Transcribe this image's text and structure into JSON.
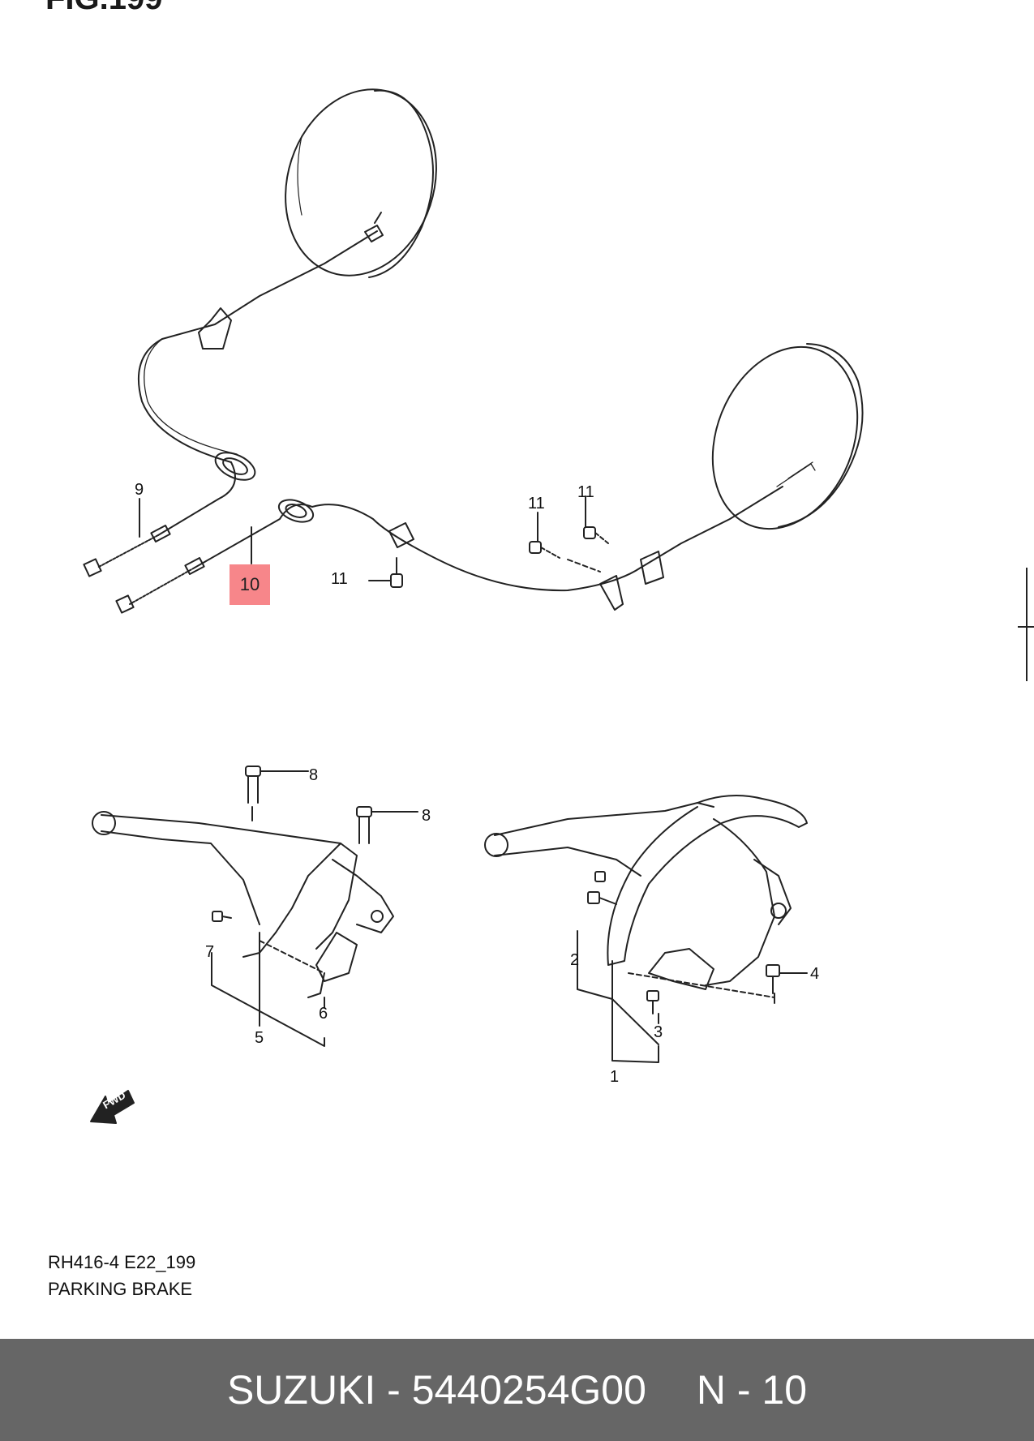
{
  "figure_title": "FIG.199",
  "callouts": {
    "c1": "1",
    "c2": "2",
    "c3": "3",
    "c4": "4",
    "c5": "5",
    "c6": "6",
    "c7": "7",
    "c8a": "8",
    "c8b": "8",
    "c9": "9",
    "c10": "10",
    "c11a": "11",
    "c11b": "11",
    "c11c": "11"
  },
  "fwd_label": "FWD",
  "caption": {
    "code": "RH416-4 E22_199",
    "name": "PARKING BRAKE"
  },
  "footer": {
    "brand_part": "SUZUKI - 5440254G00",
    "ref": "N - 10"
  },
  "colors": {
    "highlight": "#f7868a",
    "footer_bg": "#666666"
  }
}
